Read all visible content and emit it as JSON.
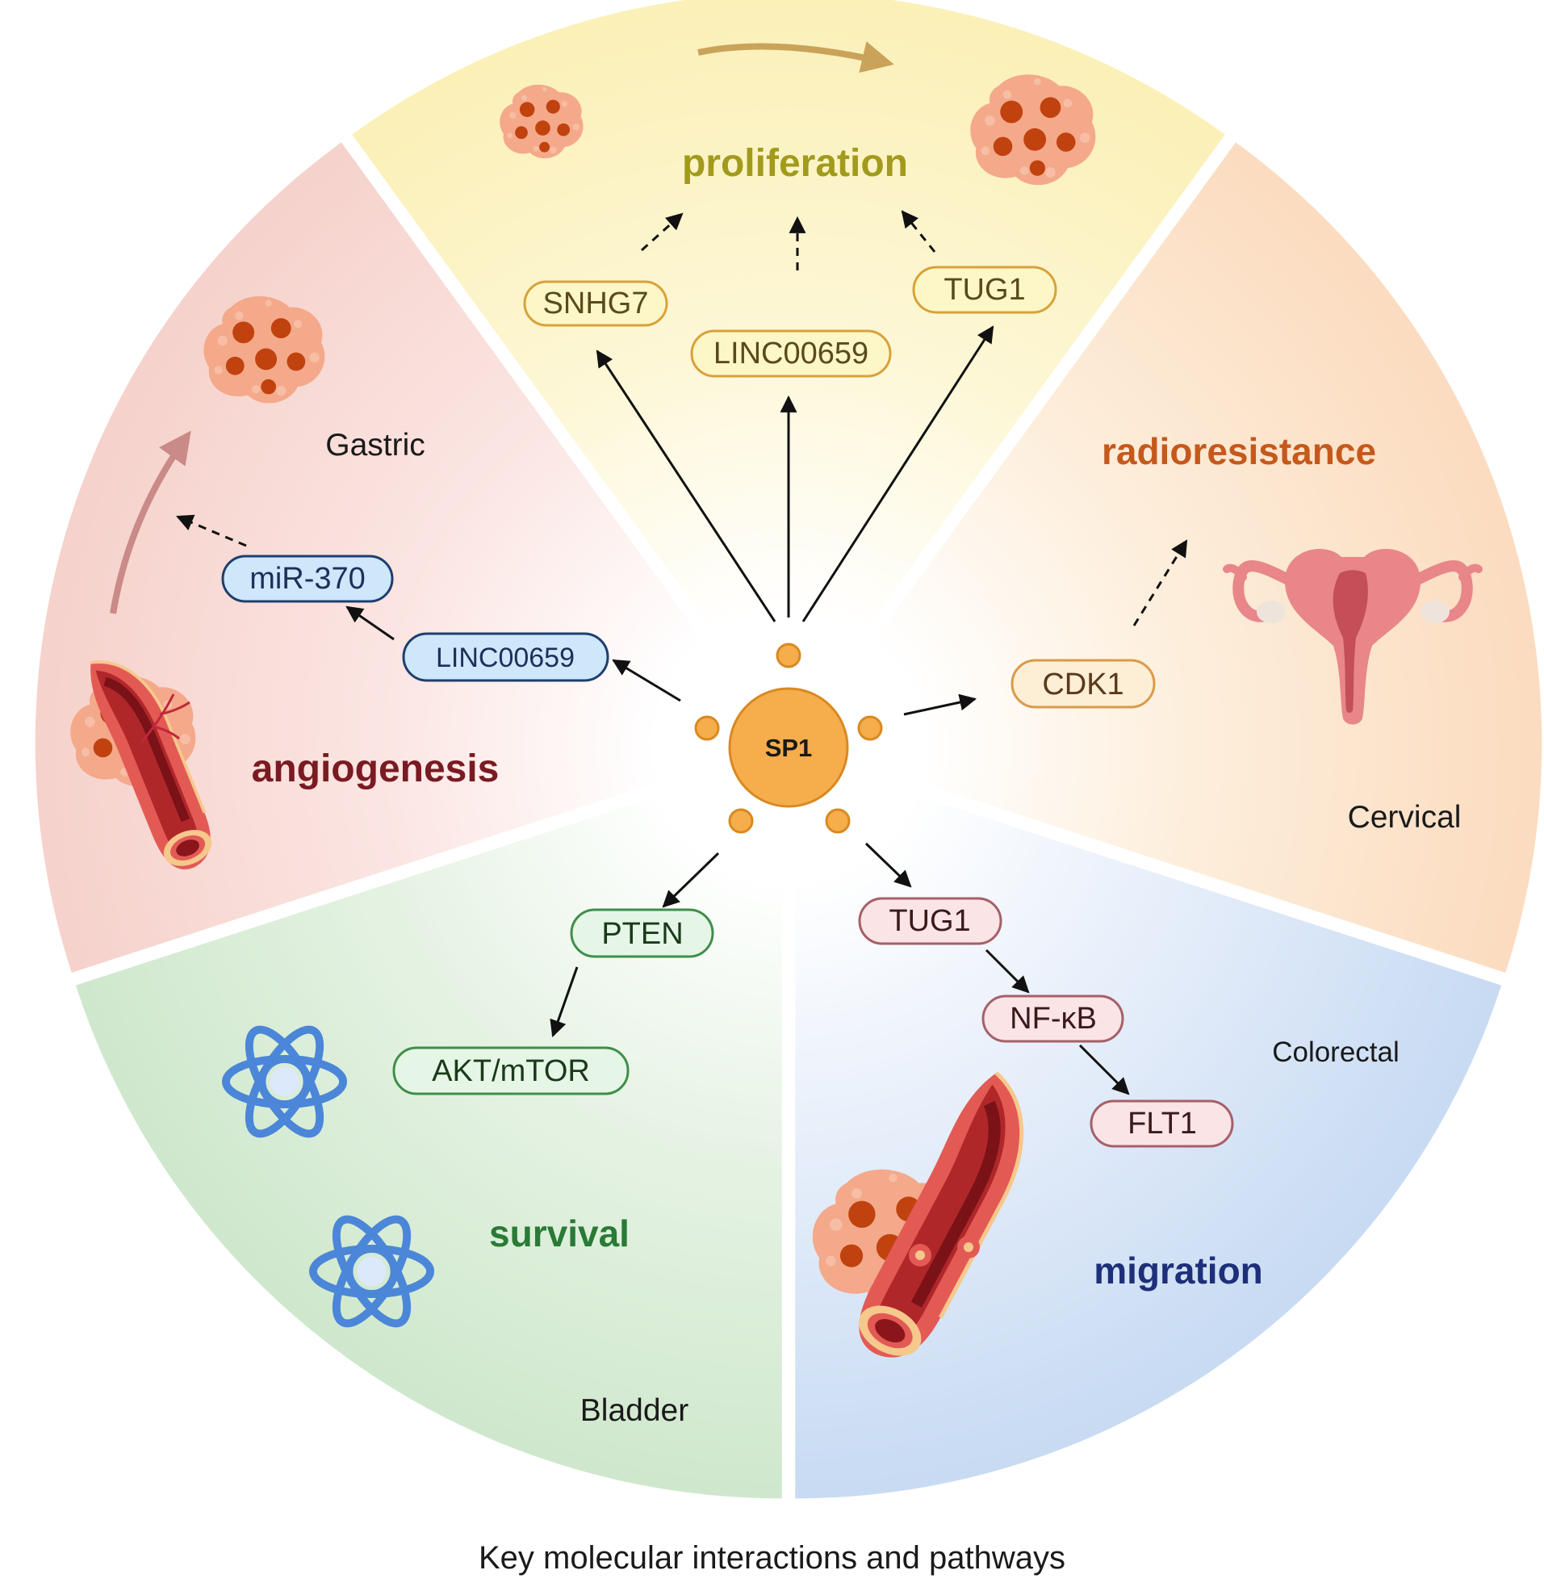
{
  "center": {
    "label": "SP1"
  },
  "sections": {
    "proliferation": {
      "title": "proliferation",
      "nodes": [
        "SNHG7",
        "LINC00659",
        "TUG1"
      ],
      "colors": {
        "title": "#a29a1c",
        "node_fill": "#fdf7c8",
        "node_stroke": "#d9a13a"
      }
    },
    "radioresistance": {
      "title": "radioresistance",
      "cancer": "Cervical",
      "nodes": [
        "CDK1"
      ],
      "colors": {
        "title": "#c5591c",
        "node_fill": "#fdeed6",
        "node_stroke": "#d99a4a"
      }
    },
    "migration": {
      "title": "migration",
      "cancer": "Colorectal",
      "nodes": [
        "TUG1",
        "NF-κB",
        "FLT1"
      ],
      "colors": {
        "title": "#1e2f7a",
        "node_fill": "#fbe4e6",
        "node_stroke": "#a56068"
      }
    },
    "survival": {
      "title": "survival",
      "cancer": "Bladder",
      "nodes": [
        "PTEN",
        "AKT/mTOR"
      ],
      "colors": {
        "title": "#2a7a35",
        "node_fill": "#e6f6e6",
        "node_stroke": "#3f8e4a"
      }
    },
    "angiogenesis": {
      "title": "angiogenesis",
      "cancer": "Gastric",
      "nodes": [
        "LINC00659",
        "miR-370"
      ],
      "colors": {
        "title": "#7a1a22",
        "node_fill": "#cfe7fb",
        "node_stroke": "#1e3f6e"
      }
    }
  },
  "icons": [
    "tumor-cell-cluster-icon",
    "growth-arrow-icon",
    "uterus-icon",
    "blood-vessel-icon",
    "atom-icon"
  ],
  "caption": "Key molecular interactions and pathways"
}
